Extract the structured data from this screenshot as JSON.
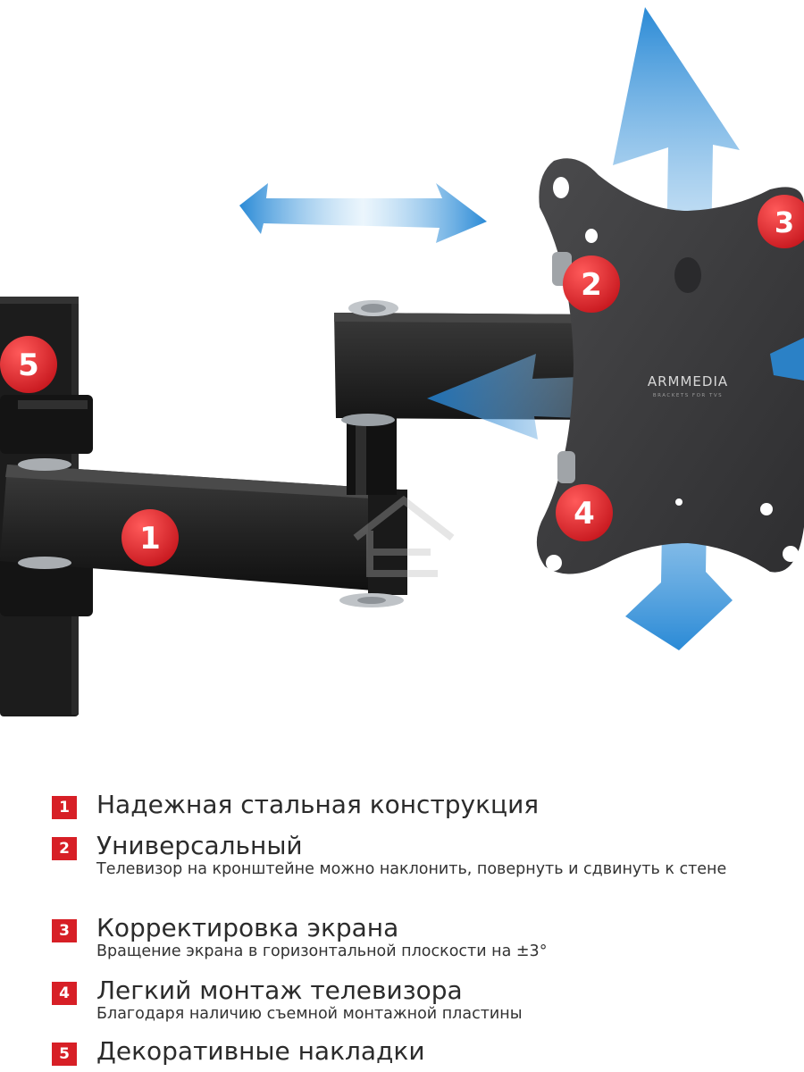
{
  "image": {
    "brand_logo_text": "ARMMEDIA",
    "brand_tagline": "BRACKETS FOR TVS",
    "markers": [
      "1",
      "2",
      "3",
      "4",
      "5"
    ],
    "colors": {
      "marker_red": "#d71f26",
      "arrow_blue": "#2a8ad6",
      "bracket_black": "#1d1d1d",
      "plate_gray": "#3b3b3d"
    }
  },
  "features": [
    {
      "num": "1",
      "title": "Надежная стальная конструкция",
      "desc": ""
    },
    {
      "num": "2",
      "title": "Универсальный",
      "desc": "Телевизор на кронштейне можно наклонить, повернуть и сдвинуть к стене"
    },
    {
      "num": "3",
      "title": "Корректировка экрана",
      "desc": "Вращение экрана в горизонтальной плоскости на ±3°"
    },
    {
      "num": "4",
      "title": "Легкий монтаж телевизора",
      "desc": "Благодаря наличию съемной монтажной пластины"
    },
    {
      "num": "5",
      "title": "Декоративные накладки",
      "desc": ""
    }
  ]
}
